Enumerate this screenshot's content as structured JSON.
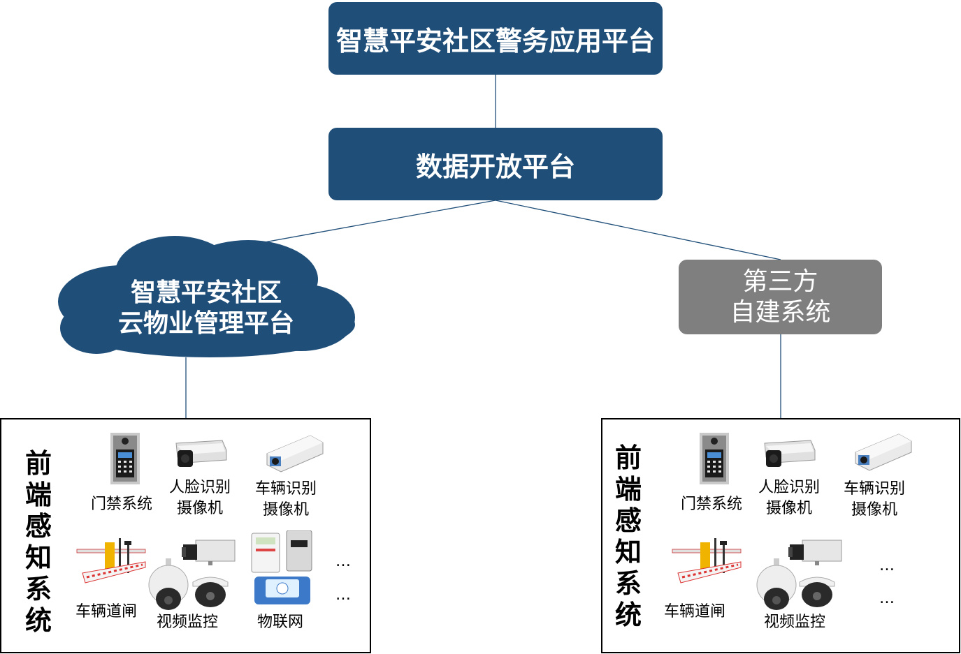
{
  "platform": {
    "top_label": "智慧平安社区警务应用平台",
    "open_label": "数据开放平台",
    "cloud_line1": "智慧平安社区",
    "cloud_line2": "云物业管理平台",
    "third_line1": "第三方",
    "third_line2": "自建系统"
  },
  "colors": {
    "node_dark": "#1f4e79",
    "node_grey": "#7f7f7f",
    "connector": "#1f4e79"
  },
  "front_left": {
    "title_chars": [
      "前",
      "端",
      "感",
      "知",
      "系",
      "统"
    ],
    "access_label": "门禁系统",
    "face_line1": "人脸识别",
    "face_line2": "摄像机",
    "vehicle_line1": "车辆识别",
    "vehicle_line2": "摄像机",
    "gate_label": "车辆道闸",
    "video_label": "视频监控",
    "iot_label": "物联网",
    "more1": "…",
    "more2": "…"
  },
  "front_right": {
    "title_chars": [
      "前",
      "端",
      "感",
      "知",
      "系",
      "统"
    ],
    "access_label": "门禁系统",
    "face_line1": "人脸识别",
    "face_line2": "摄像机",
    "vehicle_line1": "车辆识别",
    "vehicle_line2": "摄像机",
    "gate_label": "车辆道闸",
    "video_label": "视频监控",
    "more1": "…",
    "more2": "…"
  },
  "icons": {
    "access": "door-access-panel-icon",
    "face": "bullet-camera-icon",
    "vehicle": "box-camera-icon",
    "gate": "barrier-gate-icon",
    "video": "dome-camera-icon",
    "iot": "meter-icon"
  }
}
